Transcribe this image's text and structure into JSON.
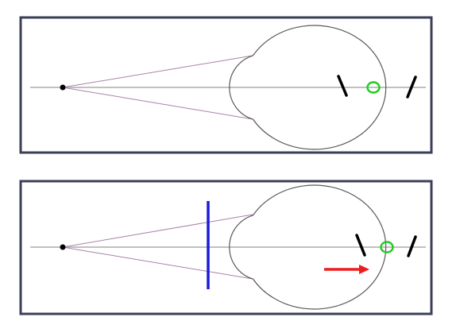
{
  "colors": {
    "background": "#ffffff",
    "panel_border": "#3a3f55",
    "panel_fill": "#ffffff",
    "optical_axis": "#9a9a9a",
    "eye_outline": "#5a5a5a",
    "ray_lines": "#a684a6",
    "object_point": "#000000",
    "marker_black": "#000000",
    "focus_circle": "#22cc22",
    "lens": "#1a1ad8",
    "arrow": "#ee1c1c"
  },
  "panels": [
    {
      "id": "top",
      "description_tokens": [
        "eye-without-lens",
        "focus-at-retina"
      ],
      "has_lens": false,
      "has_arrow": false
    },
    {
      "id": "bottom",
      "description_tokens": [
        "eye-with-corrective-lens",
        "focus-shifted-behind-retina"
      ],
      "has_lens": true,
      "has_arrow": true
    }
  ]
}
